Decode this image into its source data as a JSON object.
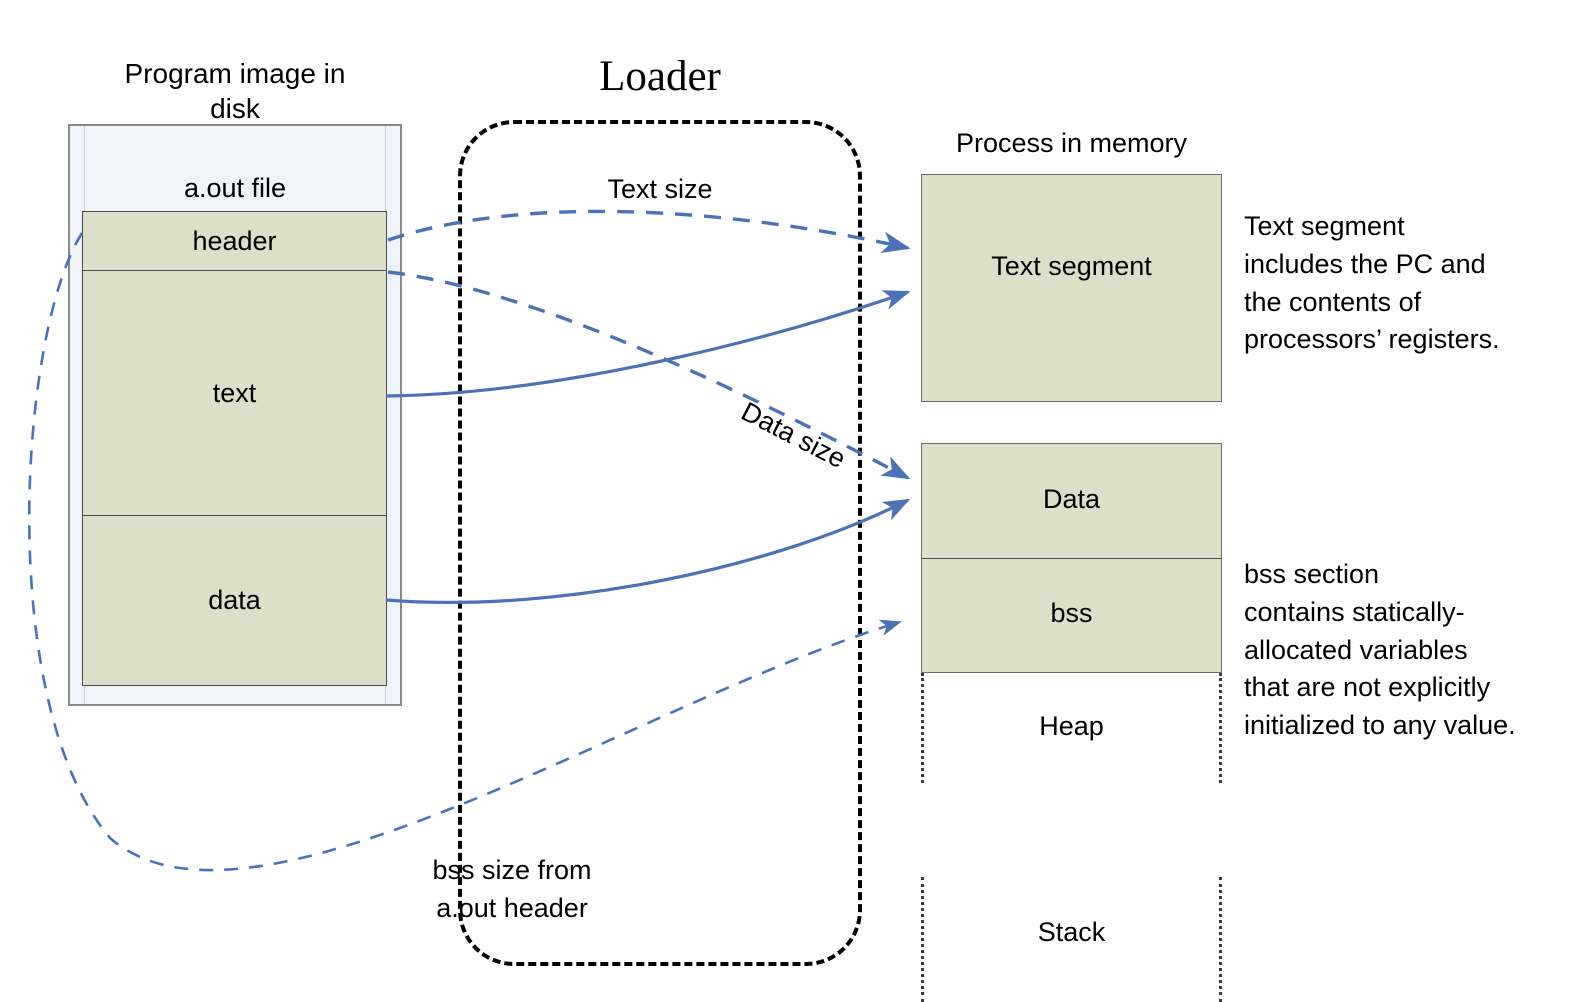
{
  "diagram": {
    "title": "Program loading: a.out image in disk to process in memory",
    "colors": {
      "section_fill": "#DCE0C8",
      "file_fill": "#F0F3FA",
      "arrow_blue": "#4A72B8",
      "border_gray": "#6E6E57",
      "loader_border": "#000000"
    }
  },
  "disk": {
    "title": "Program image in\ndisk",
    "file_label": "a.out file",
    "sections": [
      {
        "id": "header",
        "label": "header"
      },
      {
        "id": "text",
        "label": "text"
      },
      {
        "id": "data",
        "label": "data"
      }
    ]
  },
  "loader": {
    "title": "Loader",
    "text_size_label": "Text size",
    "data_size_label": "Data size",
    "bss_size_label": "bss size from\na.out header"
  },
  "memory": {
    "title": "Process in memory",
    "segments": [
      {
        "id": "text-segment",
        "label": "Text\nsegment",
        "style": "filled"
      },
      {
        "id": "data",
        "label": "Data",
        "style": "filled"
      },
      {
        "id": "bss",
        "label": "bss",
        "style": "filled"
      },
      {
        "id": "heap",
        "label": "Heap",
        "style": "dotted"
      },
      {
        "id": "stack",
        "label": "Stack",
        "style": "dotted"
      }
    ]
  },
  "annotations": [
    {
      "id": "text-segment-note",
      "text": "Text segment\nincludes the PC and\nthe contents of\nprocessors’ registers."
    },
    {
      "id": "bss-section-note",
      "text": "bss section\ncontains statically-\nallocated variables\nthat are not explicitly\ninitialized to any value."
    }
  ],
  "arrows": [
    {
      "id": "header-to-text-segment",
      "style": "dashed",
      "label": "Text size"
    },
    {
      "id": "header-to-data",
      "style": "dashed",
      "label": "Data size"
    },
    {
      "id": "header-to-bss",
      "style": "dashed",
      "label": "bss size from a.out header"
    },
    {
      "id": "text-to-text-segment",
      "style": "solid",
      "label": ""
    },
    {
      "id": "data-to-data",
      "style": "solid",
      "label": ""
    }
  ]
}
